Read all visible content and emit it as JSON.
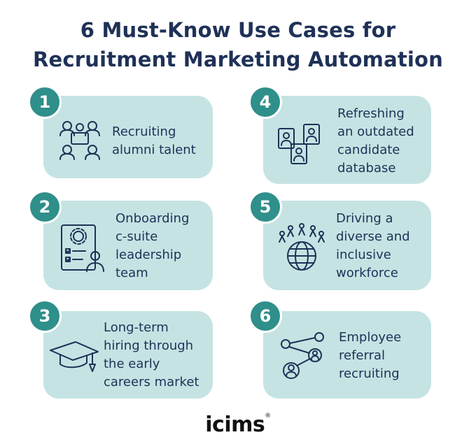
{
  "title": {
    "line1": "6 Must-Know Use Cases for",
    "line2": "Recruitment Marketing Automation"
  },
  "cards": [
    {
      "number": "1",
      "label": "Recruiting\nalumni talent",
      "icon": "team-meeting-icon"
    },
    {
      "number": "2",
      "label": "Onboarding\nc-suite\nleadership\nteam",
      "icon": "onboarding-checklist-icon"
    },
    {
      "number": "3",
      "label": "Long-term\nhiring through\nthe early\ncareers market",
      "icon": "graduation-cap-icon"
    },
    {
      "number": "4",
      "label": "Refreshing\nan outdated\ncandidate\ndatabase",
      "icon": "candidate-profiles-icon"
    },
    {
      "number": "5",
      "label": "Driving a\ndiverse and\ninclusive\nworkforce",
      "icon": "global-people-icon"
    },
    {
      "number": "6",
      "label": "Employee\nreferral\nrecruiting",
      "icon": "referral-network-icon"
    }
  ],
  "logo": {
    "text": "icims",
    "mark": "®"
  },
  "colors": {
    "title": "#1f3157",
    "card": "#c5e3e3",
    "badge": "#2f8f8a",
    "icon": "#1f3157"
  }
}
